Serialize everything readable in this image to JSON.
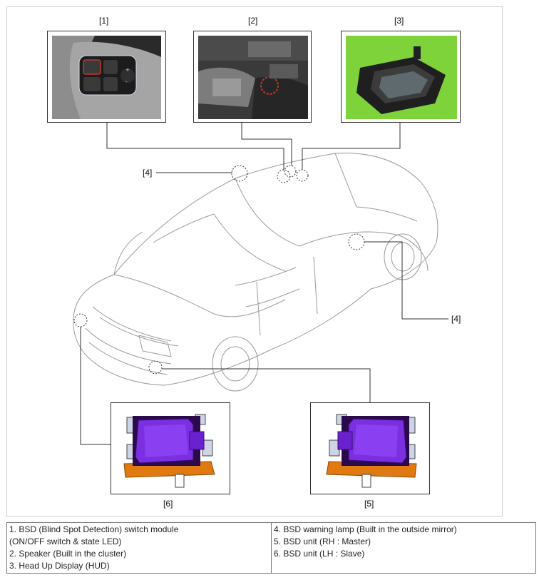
{
  "callouts": {
    "photo_1": "[1]",
    "photo_2": "[2]",
    "photo_3": "[3]",
    "lamp_left": "[4]",
    "lamp_right": "[4]",
    "unit_6": "[6]",
    "unit_5": "[5]"
  },
  "legend": {
    "left": [
      "1. BSD (Blind Spot Detection) switch module",
      "(ON/OFF switch & state LED)",
      "2. Speaker (Built in the cluster)",
      "3. Head Up Display (HUD)"
    ],
    "right": [
      "4. BSD warning lamp (Built in the outside mirror)",
      "5. BSD unit (RH : Master)",
      "6. BSD unit (LH : Slave)"
    ]
  },
  "colors": {
    "unit_body": "#7a2fe0",
    "unit_bracket": "#e07a10",
    "hud_background": "#7fd33a"
  },
  "icons": [
    "switch-module-photo",
    "cluster-speaker-photo",
    "hud-photo",
    "car-outline",
    "bsd-unit"
  ]
}
